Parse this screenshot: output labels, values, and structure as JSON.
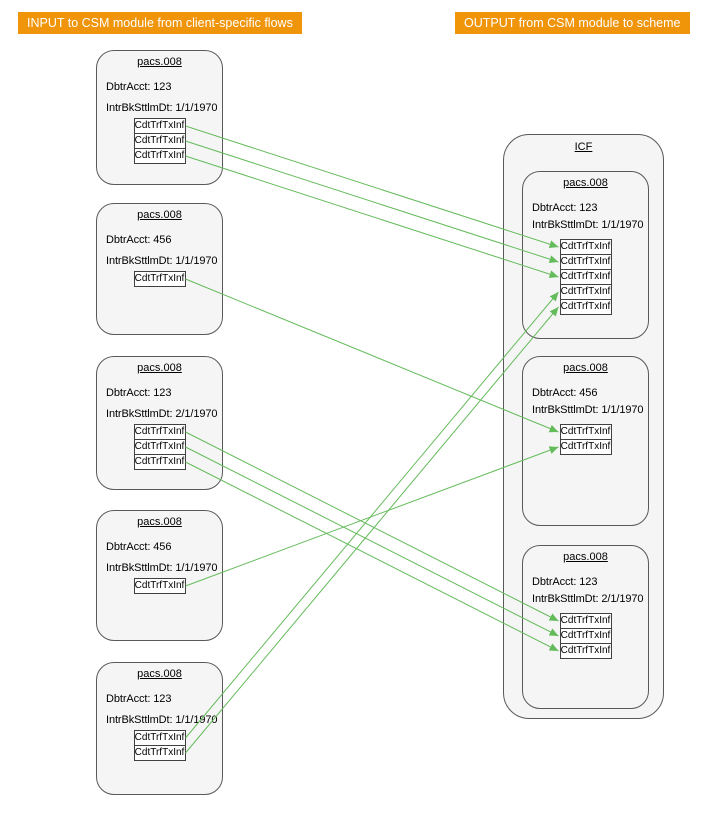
{
  "banners": {
    "input": "INPUT to CSM module from client-specific flows",
    "output": "OUTPUT from CSM module to scheme"
  },
  "input_flows": [
    {
      "title": "pacs.008",
      "fields": [
        "DbtrAcct: 123",
        "IntrBkSttlmDt: 1/1/1970"
      ],
      "txns": [
        "CdtTrfTxInf",
        "CdtTrfTxInf",
        "CdtTrfTxInf"
      ]
    },
    {
      "title": "pacs.008",
      "fields": [
        "DbtrAcct: 456",
        "IntrBkSttlmDt: 1/1/1970"
      ],
      "txns": [
        "CdtTrfTxInf"
      ]
    },
    {
      "title": "pacs.008",
      "fields": [
        "DbtrAcct: 123",
        "IntrBkSttlmDt: 2/1/1970"
      ],
      "txns": [
        "CdtTrfTxInf",
        "CdtTrfTxInf",
        "CdtTrfTxInf"
      ]
    },
    {
      "title": "pacs.008",
      "fields": [
        "DbtrAcct: 456",
        "IntrBkSttlmDt: 1/1/1970"
      ],
      "txns": [
        "CdtTrfTxInf"
      ]
    },
    {
      "title": "pacs.008",
      "fields": [
        "DbtrAcct: 123",
        "IntrBkSttlmDt: 1/1/1970"
      ],
      "txns": [
        "CdtTrfTxInf",
        "CdtTrfTxInf"
      ]
    }
  ],
  "icf": {
    "title": "ICF",
    "boxes": [
      {
        "title": "pacs.008",
        "fields": [
          "DbtrAcct: 123",
          "IntrBkSttlmDt: 1/1/1970"
        ],
        "txns": [
          "CdtTrfTxInf",
          "CdtTrfTxInf",
          "CdtTrfTxInf",
          "CdtTrfTxInf",
          "CdtTrfTxInf"
        ]
      },
      {
        "title": "pacs.008",
        "fields": [
          "DbtrAcct: 456",
          "IntrBkSttlmDt: 1/1/1970"
        ],
        "txns": [
          "CdtTrfTxInf",
          "CdtTrfTxInf"
        ]
      },
      {
        "title": "pacs.008",
        "fields": [
          "DbtrAcct: 123",
          "IntrBkSttlmDt: 2/1/1970"
        ],
        "txns": [
          "CdtTrfTxInf",
          "CdtTrfTxInf",
          "CdtTrfTxInf"
        ]
      }
    ]
  },
  "connections": [
    {
      "from_flow": 0,
      "from_txn": 0,
      "to_box": 0,
      "to_txn": 0
    },
    {
      "from_flow": 0,
      "from_txn": 1,
      "to_box": 0,
      "to_txn": 1
    },
    {
      "from_flow": 0,
      "from_txn": 2,
      "to_box": 0,
      "to_txn": 2
    },
    {
      "from_flow": 1,
      "from_txn": 0,
      "to_box": 1,
      "to_txn": 0
    },
    {
      "from_flow": 2,
      "from_txn": 0,
      "to_box": 2,
      "to_txn": 0
    },
    {
      "from_flow": 2,
      "from_txn": 1,
      "to_box": 2,
      "to_txn": 1
    },
    {
      "from_flow": 2,
      "from_txn": 2,
      "to_box": 2,
      "to_txn": 2
    },
    {
      "from_flow": 3,
      "from_txn": 0,
      "to_box": 1,
      "to_txn": 1
    },
    {
      "from_flow": 4,
      "from_txn": 0,
      "to_box": 0,
      "to_txn": 3
    },
    {
      "from_flow": 4,
      "from_txn": 1,
      "to_box": 0,
      "to_txn": 4
    }
  ],
  "colors": {
    "banner_bg": "#F0940A",
    "banner_text": "#FFFFFF",
    "arrow": "#64BB5A",
    "node_fill": "#F5F5F5",
    "node_border": "#595959",
    "txn_fill": "#FFFFFF",
    "txn_border": "#404040",
    "text": "#000000"
  }
}
